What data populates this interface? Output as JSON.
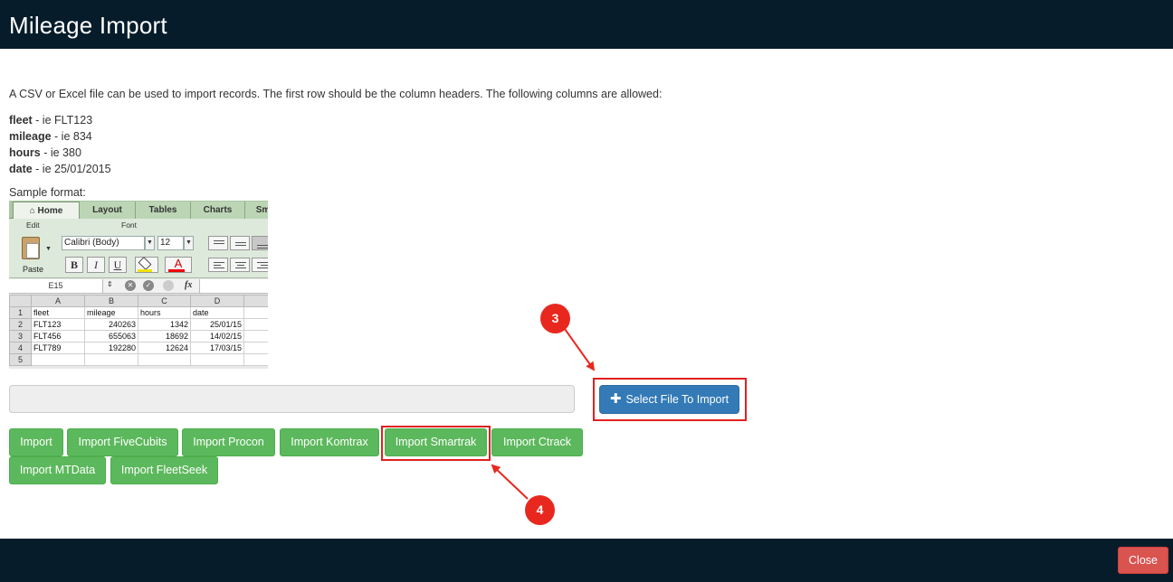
{
  "header": {
    "title": "Mileage Import"
  },
  "intro": "A CSV or Excel file can be used to import records. The first row should be the column headers. The following columns are allowed:",
  "columns": [
    {
      "name": "fleet",
      "example": " - ie FLT123"
    },
    {
      "name": "mileage",
      "example": " - ie 834"
    },
    {
      "name": "hours",
      "example": " - ie 380"
    },
    {
      "name": "date",
      "example": " - ie 25/01/2015"
    }
  ],
  "sample_label": "Sample format:",
  "excel": {
    "tabs": [
      "Home",
      "Layout",
      "Tables",
      "Charts",
      "Sm"
    ],
    "group_edit": "Edit",
    "group_font": "Font",
    "paste_label": "Paste",
    "font_name": "Calibri (Body)",
    "font_size": "12",
    "bold": "B",
    "italic": "I",
    "underline": "U",
    "font_color": "A",
    "cell_ref": "E15",
    "fx": "fx",
    "col_headers": [
      "A",
      "B",
      "C",
      "D"
    ],
    "rows": [
      {
        "n": "1",
        "cells": [
          "fleet",
          "mileage",
          "hours",
          "date"
        ]
      },
      {
        "n": "2",
        "cells": [
          "FLT123",
          "240263",
          "1342",
          "25/01/15"
        ]
      },
      {
        "n": "3",
        "cells": [
          "FLT456",
          "655063",
          "18692",
          "14/02/15"
        ]
      },
      {
        "n": "4",
        "cells": [
          "FLT789",
          "192280",
          "12624",
          "17/03/15"
        ]
      },
      {
        "n": "5",
        "cells": [
          "",
          "",
          "",
          ""
        ]
      }
    ]
  },
  "select_file": {
    "icon": "plus-icon",
    "label": "Select File To Import"
  },
  "import_buttons": [
    "Import",
    "Import FiveCubits",
    "Import Procon",
    "Import Komtrax",
    "Import Smartrak",
    "Import Ctrack",
    "Import MTData",
    "Import FleetSeek"
  ],
  "annotations": {
    "badge_3": "3",
    "badge_4": "4"
  },
  "footer": {
    "close_label": "Close"
  },
  "colors": {
    "header_bg": "#061c2a",
    "primary": "#337ab7",
    "success": "#5cb85c",
    "danger": "#d9534f",
    "annotation": "#e8281e"
  }
}
